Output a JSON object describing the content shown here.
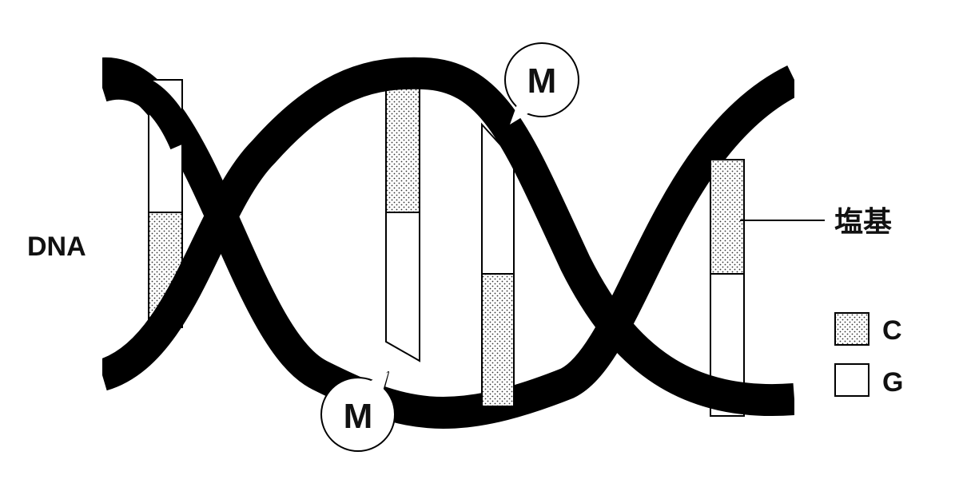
{
  "labels": {
    "dna": "DNA",
    "base": "塩基",
    "marker_top": "M",
    "marker_bottom": "M"
  },
  "legend": [
    {
      "name": "C",
      "pattern": "dotted"
    },
    {
      "name": "G",
      "pattern": "plain"
    }
  ],
  "colors": {
    "strand": "#000000",
    "background": "#ffffff",
    "dot": "#333333"
  }
}
